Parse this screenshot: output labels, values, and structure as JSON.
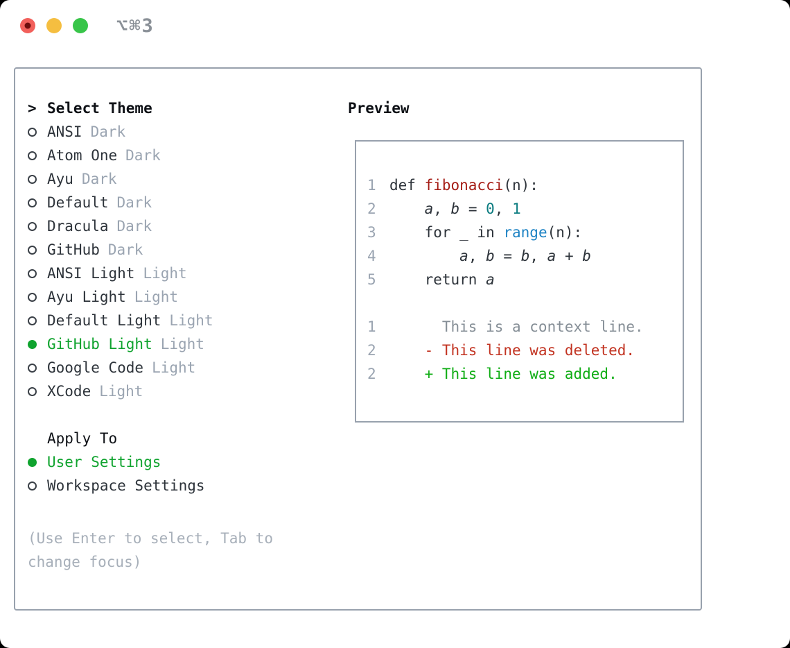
{
  "window": {
    "title": "⌥⌘3",
    "traffic_lights": [
      {
        "name": "close-button",
        "color": "#F2605B",
        "dot": "#6F0D0C"
      },
      {
        "name": "minimize-button",
        "color": "#F5BE40",
        "dot": null
      },
      {
        "name": "zoom-button",
        "color": "#38C549",
        "dot": null
      }
    ]
  },
  "colors": {
    "selection_green": "#0FA32E",
    "added_green": "#0FAD14",
    "deleted_red": "#C23321",
    "function_red": "#A51D16",
    "number_teal": "#0C7C80",
    "builtin_blue": "#1E83C4",
    "tag_gray": "#9AA4B1",
    "hint_gray": "#A7AFB9",
    "border_gray": "#98A1AD"
  },
  "theme_selector": {
    "header": {
      "prompt": ">",
      "label": "Select Theme"
    },
    "items": [
      {
        "label": "ANSI",
        "tag": "Dark",
        "selected": false
      },
      {
        "label": "Atom One",
        "tag": "Dark",
        "selected": false
      },
      {
        "label": "Ayu",
        "tag": "Dark",
        "selected": false
      },
      {
        "label": "Default",
        "tag": "Dark",
        "selected": false
      },
      {
        "label": "Dracula",
        "tag": "Dark",
        "selected": false
      },
      {
        "label": "GitHub",
        "tag": "Dark",
        "selected": false
      },
      {
        "label": "ANSI Light",
        "tag": "Light",
        "selected": false
      },
      {
        "label": "Ayu Light",
        "tag": "Light",
        "selected": false
      },
      {
        "label": "Default Light",
        "tag": "Light",
        "selected": false
      },
      {
        "label": "GitHub Light",
        "tag": "Light",
        "selected": true
      },
      {
        "label": "Google Code",
        "tag": "Light",
        "selected": false
      },
      {
        "label": "XCode",
        "tag": "Light",
        "selected": false
      }
    ],
    "apply_to": {
      "header": "Apply To",
      "options": [
        {
          "label": "User Settings",
          "selected": true
        },
        {
          "label": "Workspace Settings",
          "selected": false
        }
      ]
    },
    "hint": "(Use Enter to select, Tab to change focus)"
  },
  "preview": {
    "header": "Preview",
    "lines": [
      {
        "num": "1",
        "tokens": [
          {
            "t": "def ",
            "c": "plain"
          },
          {
            "t": "fibonacci",
            "c": "fn"
          },
          {
            "t": "(n):",
            "c": "plain"
          }
        ]
      },
      {
        "num": "2",
        "tokens": [
          {
            "t": "    ",
            "c": "plain"
          },
          {
            "t": "a",
            "c": "var"
          },
          {
            "t": ", ",
            "c": "plain"
          },
          {
            "t": "b",
            "c": "var"
          },
          {
            "t": " = ",
            "c": "plain"
          },
          {
            "t": "0",
            "c": "num"
          },
          {
            "t": ", ",
            "c": "plain"
          },
          {
            "t": "1",
            "c": "num"
          }
        ]
      },
      {
        "num": "3",
        "tokens": [
          {
            "t": "    for _ in ",
            "c": "plain"
          },
          {
            "t": "range",
            "c": "builtin"
          },
          {
            "t": "(n):",
            "c": "plain"
          }
        ]
      },
      {
        "num": "4",
        "tokens": [
          {
            "t": "        ",
            "c": "plain"
          },
          {
            "t": "a",
            "c": "var"
          },
          {
            "t": ", ",
            "c": "plain"
          },
          {
            "t": "b",
            "c": "var"
          },
          {
            "t": " = ",
            "c": "plain"
          },
          {
            "t": "b",
            "c": "var"
          },
          {
            "t": ", ",
            "c": "plain"
          },
          {
            "t": "a",
            "c": "var"
          },
          {
            "t": " + ",
            "c": "plain"
          },
          {
            "t": "b",
            "c": "var"
          }
        ]
      },
      {
        "num": "5",
        "tokens": [
          {
            "t": "    return ",
            "c": "plain"
          },
          {
            "t": "a",
            "c": "var"
          }
        ]
      },
      {
        "num": "",
        "tokens": []
      },
      {
        "num": "1",
        "tokens": [
          {
            "t": "      This is a context line.",
            "c": "ctx"
          }
        ]
      },
      {
        "num": "2",
        "tokens": [
          {
            "t": "    - This line was deleted.",
            "c": "del"
          }
        ]
      },
      {
        "num": "2",
        "tokens": [
          {
            "t": "    + This line was added.",
            "c": "add"
          }
        ]
      }
    ]
  }
}
